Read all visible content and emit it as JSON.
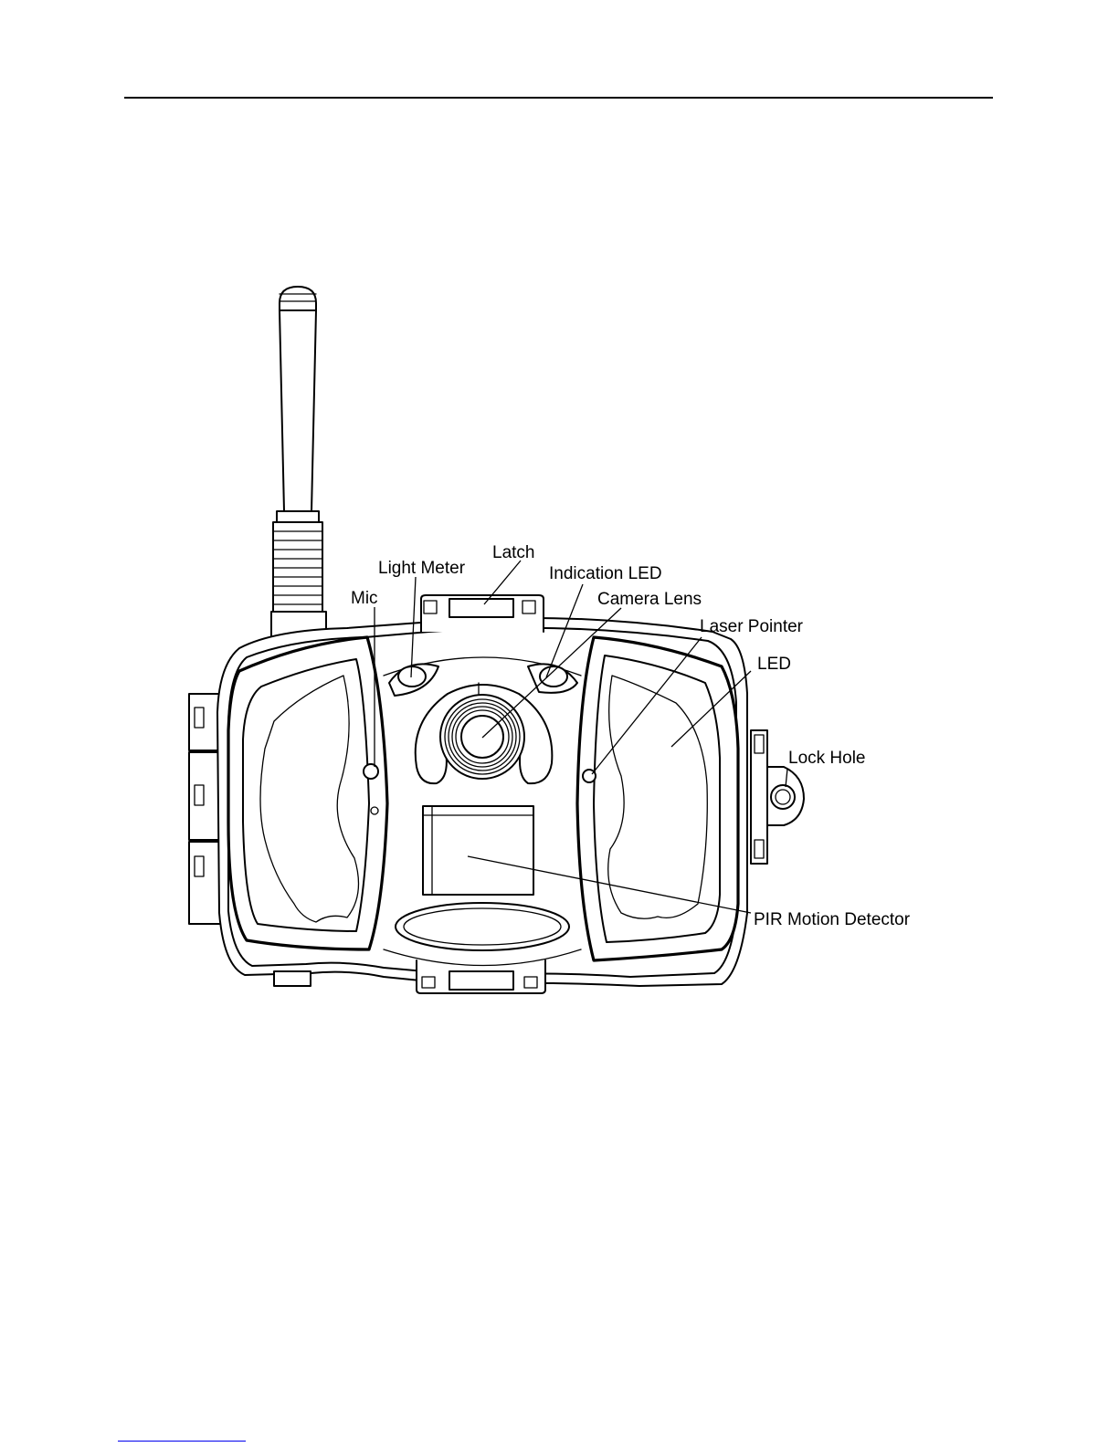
{
  "labels": {
    "latch": "Latch",
    "light_meter": "Light Meter",
    "indication_led": "Indication LED",
    "camera_lens": "Camera Lens",
    "mic": "Mic",
    "laser_pointer": "Laser Pointer",
    "led": "LED",
    "lock_hole": "Lock Hole",
    "pir_motion_detector": "PIR Motion Detector"
  }
}
